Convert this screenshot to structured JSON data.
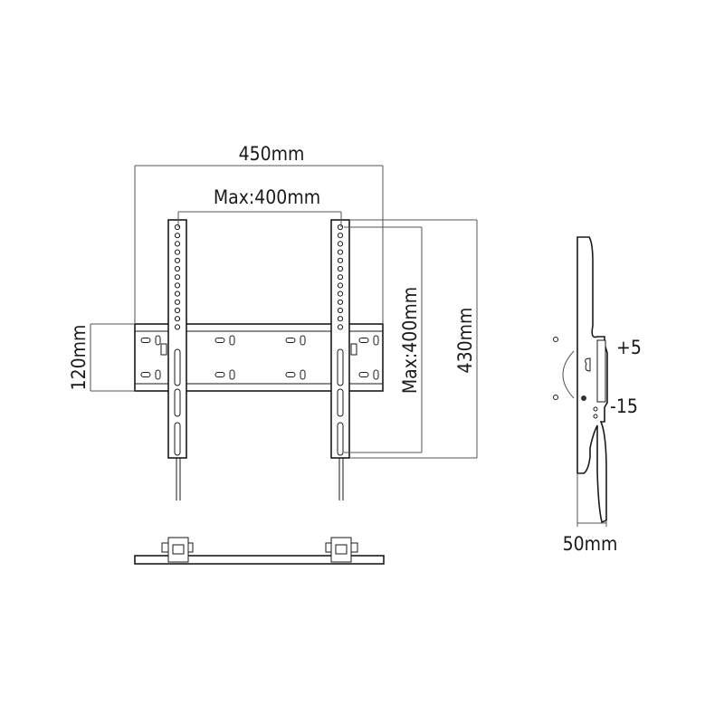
{
  "diagram": {
    "front_view": {
      "width_label": "450mm",
      "max_horizontal_label": "Max:400mm",
      "height_label": "120mm",
      "max_vertical_label": "Max:400mm",
      "total_height_label": "430mm"
    },
    "side_view": {
      "tilt_up_label": "+5",
      "tilt_down_label": "-15",
      "depth_label": "50mm"
    },
    "colors": {
      "line": "#1a1a1a",
      "dimension": "#555555",
      "background": "#ffffff"
    }
  }
}
